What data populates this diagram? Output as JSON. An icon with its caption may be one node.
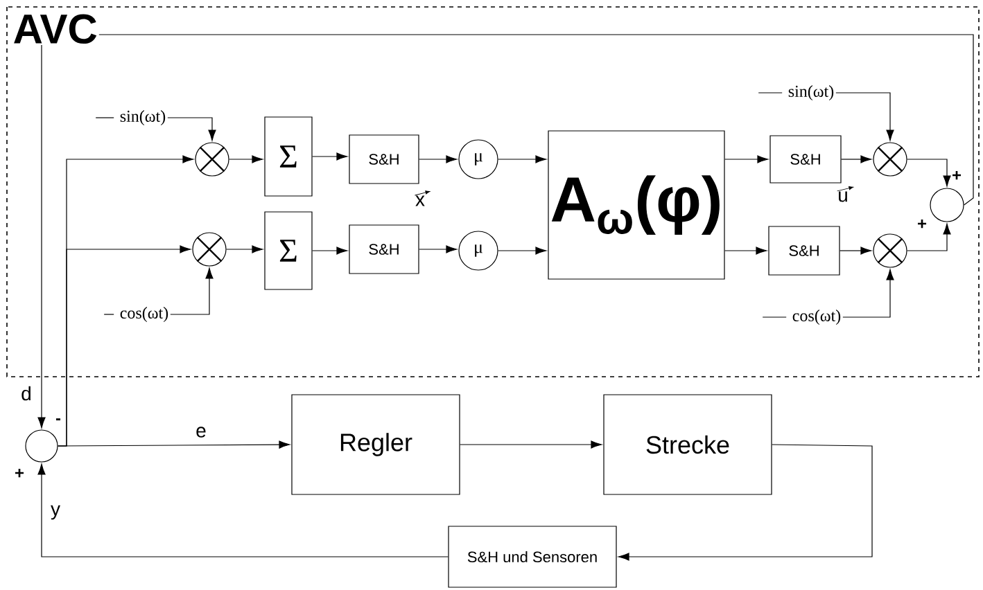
{
  "diagram": {
    "nodes": [
      {
        "text": [
          "AVC"
        ]
      },
      {
        "text": [],
        "shape": "circle",
        "in": 0
      },
      {
        "text": [],
        "shape": "circle",
        "in": 0
      },
      {
        "text": [
          "Σ"
        ],
        "in": 0
      },
      {
        "text": [
          "Σ"
        ],
        "in": 0
      },
      {
        "text": [
          "S&H"
        ],
        "in": 0
      },
      {
        "text": [
          "S&H"
        ],
        "in": 0
      },
      {
        "text": [
          "μ"
        ],
        "in": 0
      },
      {
        "text": [
          "μ"
        ],
        "in": 0
      },
      {
        "text": [
          "A$_{ω}$(φ)"
        ],
        "in": 0
      },
      {
        "text": [
          "S&H"
        ],
        "in": 0
      },
      {
        "text": [
          "S&H"
        ],
        "in": 0
      },
      {
        "text": [],
        "shape": "circle",
        "in": 0
      },
      {
        "text": [],
        "shape": "circle",
        "in": 0
      },
      {
        "text": [],
        "shape": "circle",
        "in": 0
      },
      {
        "text": [],
        "shape": "circle"
      },
      {
        "text": [
          "Regler"
        ]
      },
      {
        "text": [
          "Strecke"
        ]
      },
      {
        "text": [
          "S&H und Sensoren"
        ]
      },
      {
        "text": [
          "sin(ωt)"
        ],
        "in": 0
      },
      {
        "text": [
          "cos(ωt)"
        ],
        "in": 0
      },
      {
        "text": [
          "sin(ωt)"
        ],
        "in": 0
      },
      {
        "text": [
          "cos(ωt)"
        ],
        "in": 0
      }
    ],
    "edges": [
      {
        "from": 15,
        "to": 16,
        "arrow": "to",
        "label": "e"
      },
      {
        "from": 15,
        "to": 1,
        "arrow": "to"
      },
      {
        "from": 15,
        "to": 2,
        "arrow": "to"
      },
      {
        "from": 19,
        "to": 1,
        "arrow": "to"
      },
      {
        "from": 20,
        "to": 2,
        "arrow": "to"
      },
      {
        "from": 1,
        "to": 3,
        "arrow": "to"
      },
      {
        "from": 3,
        "to": 5,
        "arrow": "to"
      },
      {
        "from": 5,
        "to": 7,
        "arrow": "to"
      },
      {
        "from": 7,
        "to": 9,
        "arrow": "to"
      },
      {
        "from": 2,
        "to": 4,
        "arrow": "to"
      },
      {
        "from": 4,
        "to": 6,
        "arrow": "to"
      },
      {
        "from": 6,
        "to": 8,
        "arrow": "to"
      },
      {
        "from": 8,
        "to": 9,
        "arrow": "to"
      },
      {
        "from": 9,
        "to": 10,
        "arrow": "to"
      },
      {
        "from": 9,
        "to": 11,
        "arrow": "to"
      },
      {
        "from": 10,
        "to": 12,
        "arrow": "to"
      },
      {
        "from": 11,
        "to": 13,
        "arrow": "to"
      },
      {
        "from": 21,
        "to": 12,
        "arrow": "to"
      },
      {
        "from": 22,
        "to": 13,
        "arrow": "to"
      },
      {
        "from": 12,
        "to": 14,
        "arrow": "to"
      },
      {
        "from": 13,
        "to": 14,
        "arrow": "to"
      },
      {
        "from": 14,
        "to": 15,
        "arrow": "to",
        "label": "d"
      },
      {
        "from": 16,
        "to": 17,
        "arrow": "to"
      },
      {
        "from": 17,
        "to": 18,
        "arrow": "to"
      },
      {
        "from": 18,
        "to": 15,
        "arrow": "to",
        "label": "y"
      }
    ],
    "labels": [
      "x",
      "u",
      "+",
      "+",
      "-",
      "+"
    ]
  }
}
